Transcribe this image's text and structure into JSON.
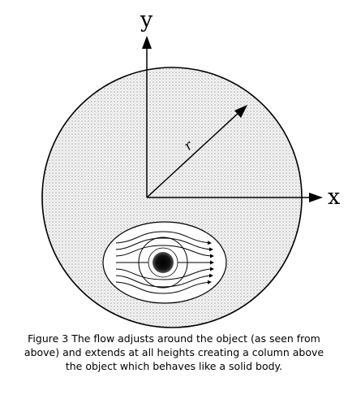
{
  "figure": {
    "y_axis_label": "y",
    "x_axis_label": "x",
    "radius_label": "r"
  },
  "caption": {
    "line1": "Figure 3 The flow adjusts around the object (as seen from",
    "line2": "above) and extends at all heights creating a column above",
    "line3": "the object which behaves like a solid body."
  },
  "colors": {
    "ink": "#000000",
    "fill_pattern": "#d9d9d9",
    "background": "#ffffff"
  }
}
